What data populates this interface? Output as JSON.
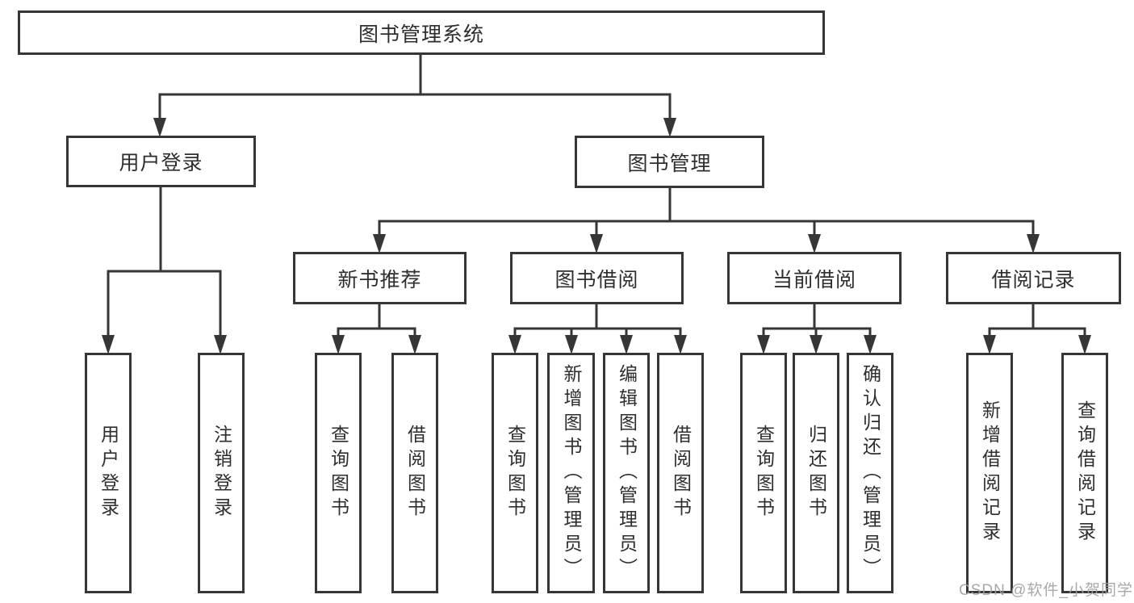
{
  "diagram": {
    "root": {
      "label": "图书管理系统"
    },
    "branches": [
      {
        "label": "用户登录",
        "children": [
          {
            "label": "用户登录"
          },
          {
            "label": "注销登录"
          }
        ]
      },
      {
        "label": "图书管理",
        "groups": [
          {
            "label": "新书推荐",
            "children": [
              {
                "label": "查询图书"
              },
              {
                "label": "借阅图书"
              }
            ]
          },
          {
            "label": "图书借阅",
            "children": [
              {
                "label": "查询图书"
              },
              {
                "label": "新增图书（管理员）"
              },
              {
                "label": "编辑图书（管理员）"
              },
              {
                "label": "借阅图书"
              }
            ]
          },
          {
            "label": "当前借阅",
            "children": [
              {
                "label": "查询图书"
              },
              {
                "label": "归还图书"
              },
              {
                "label": "确认归还（管理员）"
              }
            ]
          },
          {
            "label": "借阅记录",
            "children": [
              {
                "label": "新增借阅记录"
              },
              {
                "label": "查询借阅记录"
              }
            ]
          }
        ]
      }
    ],
    "watermark": "CSDN @软件_小贺同学",
    "line_color": "#363636"
  }
}
